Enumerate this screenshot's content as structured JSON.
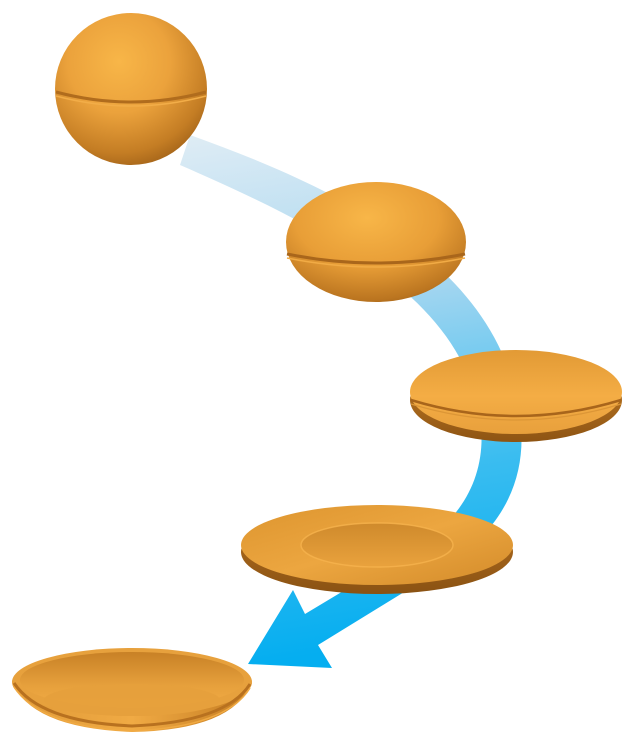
{
  "figure": {
    "description_shown": false,
    "colors": {
      "background": "#ffffff",
      "object_light": "#f5ae45",
      "object_mid": "#e0962f",
      "object_dark": "#a9651a",
      "object_rim": "#c98228",
      "arrow_start": "#d6e9f4",
      "arrow_end": "#05aef0"
    },
    "stages": [
      {
        "id": "sphere",
        "shape": "sphere"
      },
      {
        "id": "oblate-1",
        "shape": "flattened-sphere"
      },
      {
        "id": "oblate-2",
        "shape": "disc"
      },
      {
        "id": "plate",
        "shape": "plate"
      },
      {
        "id": "dish",
        "shape": "dish"
      }
    ],
    "arrow": {
      "direction": "top-right-to-bottom-left",
      "icon": "curved-arrow"
    }
  }
}
